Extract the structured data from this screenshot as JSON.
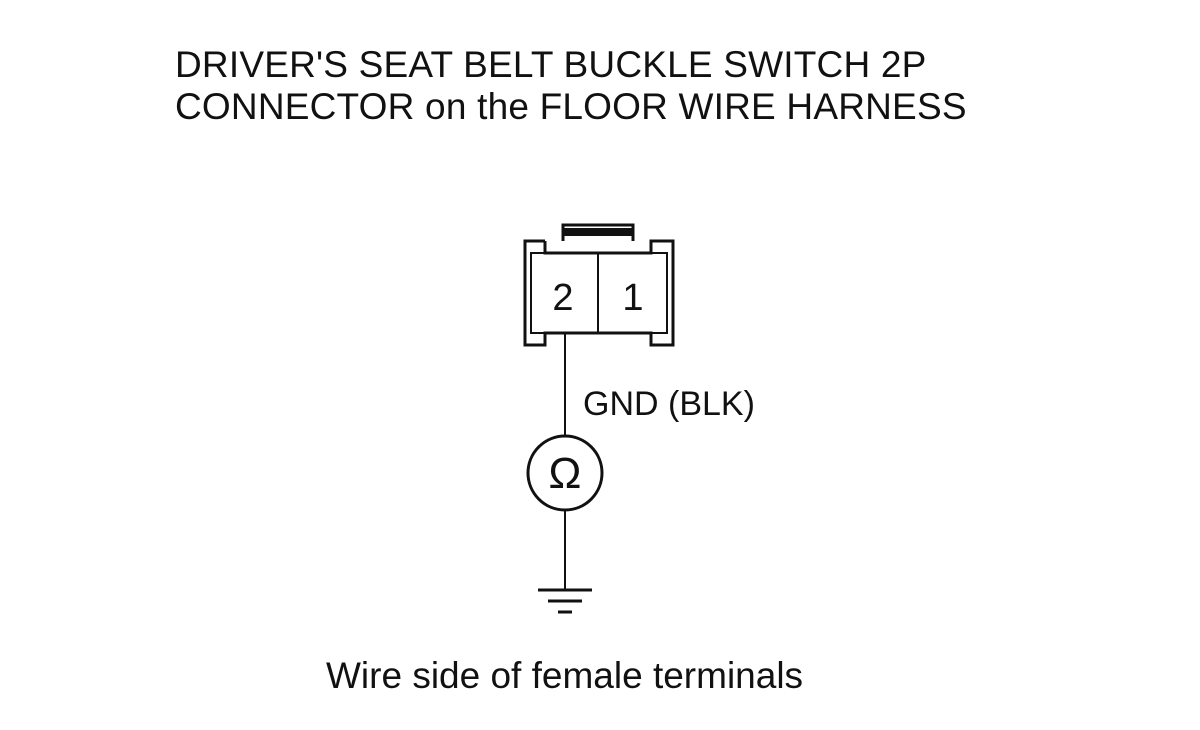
{
  "title": {
    "line1": "DRIVER'S SEAT BELT BUCKLE SWITCH 2P",
    "line2": "CONNECTOR on the FLOOR WIRE HARNESS"
  },
  "connector": {
    "terminals": [
      "2",
      "1"
    ]
  },
  "wire": {
    "label": "GND (BLK)"
  },
  "meter": {
    "symbol": "Ω"
  },
  "caption": "Wire side of female terminals",
  "colors": {
    "ink": "#111111",
    "background": "#ffffff"
  }
}
